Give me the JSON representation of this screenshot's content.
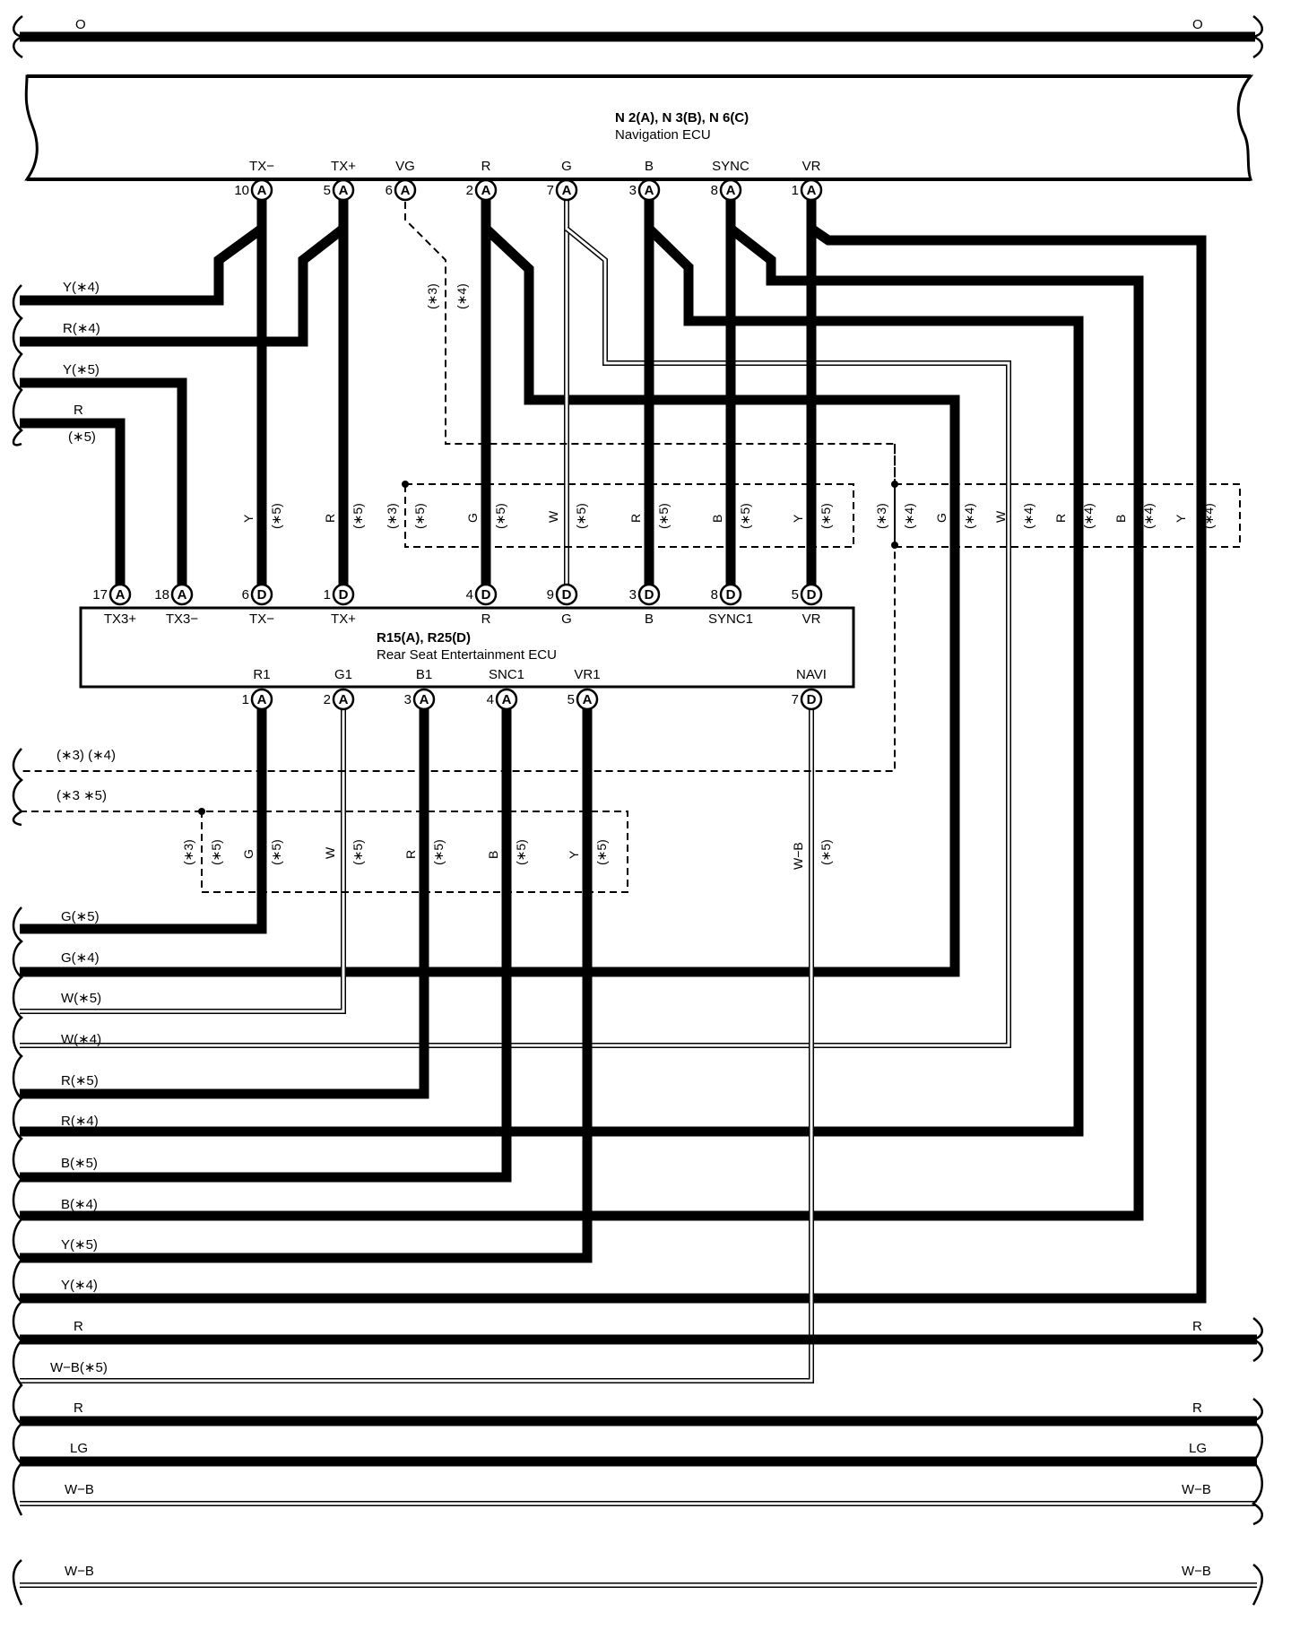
{
  "navigation_ecu": {
    "title": "N 2(A), N 3(B), N 6(C)",
    "name": "Navigation ECU",
    "pins": [
      {
        "label": "TX−",
        "num": "10",
        "conn": "A"
      },
      {
        "label": "TX+",
        "num": "5",
        "conn": "A"
      },
      {
        "label": "VG",
        "num": "6",
        "conn": "A"
      },
      {
        "label": "R",
        "num": "2",
        "conn": "A"
      },
      {
        "label": "G",
        "num": "7",
        "conn": "A"
      },
      {
        "label": "B",
        "num": "3",
        "conn": "A"
      },
      {
        "label": "SYNC",
        "num": "8",
        "conn": "A"
      },
      {
        "label": "VR",
        "num": "1",
        "conn": "A"
      }
    ]
  },
  "rse_ecu": {
    "title": "R15(A), R25(D)",
    "name": "Rear Seat Entertainment ECU",
    "top_pins": [
      {
        "label": "TX3+",
        "num": "17",
        "conn": "A"
      },
      {
        "label": "TX3−",
        "num": "18",
        "conn": "A"
      },
      {
        "label": "TX−",
        "num": "6",
        "conn": "D"
      },
      {
        "label": "TX+",
        "num": "1",
        "conn": "D"
      },
      {
        "label": "R",
        "num": "4",
        "conn": "D"
      },
      {
        "label": "G",
        "num": "9",
        "conn": "D"
      },
      {
        "label": "B",
        "num": "3",
        "conn": "D"
      },
      {
        "label": "SYNC1",
        "num": "8",
        "conn": "D"
      },
      {
        "label": "VR",
        "num": "5",
        "conn": "D"
      }
    ],
    "bottom_pins": [
      {
        "label": "R1",
        "num": "1",
        "conn": "A"
      },
      {
        "label": "G1",
        "num": "2",
        "conn": "A"
      },
      {
        "label": "B1",
        "num": "3",
        "conn": "A"
      },
      {
        "label": "SNC1",
        "num": "4",
        "conn": "A"
      },
      {
        "label": "VR1",
        "num": "5",
        "conn": "A"
      },
      {
        "label": "NAVI",
        "num": "7",
        "conn": "D"
      }
    ]
  },
  "top_wire_color": "O",
  "left_wire_labels_top": [
    "Y(∗4)",
    "R(∗4)",
    "Y(∗5)",
    "R",
    "(∗5)"
  ],
  "shield_labels": [
    "(∗3) (∗4)",
    "(∗3 ∗5)"
  ],
  "mid_vertical_labels": [
    "Y",
    "(∗5)",
    "R",
    "(∗5)",
    "(∗3)",
    "(∗5)",
    "G",
    "(∗5)",
    "W",
    "(∗5)",
    "R",
    "(∗5)",
    "B",
    "(∗5)",
    "Y",
    "(∗5)",
    "(∗3)",
    "(∗4)",
    "G",
    "(∗4)",
    "W",
    "(∗4)",
    "R",
    "(∗4)",
    "B",
    "(∗4)",
    "Y",
    "(∗4)"
  ],
  "vg_shield_labels": [
    "(∗3)",
    "(∗4)"
  ],
  "lower_vertical_labels": [
    "(∗3)",
    "(∗5)",
    "G",
    "(∗5)",
    "W",
    "(∗5)",
    "R",
    "(∗5)",
    "B",
    "(∗5)",
    "Y",
    "(∗5)",
    "W−B",
    "(∗5)"
  ],
  "left_wire_labels_bottom": [
    "G(∗5)",
    "G(∗4)",
    "W(∗5)",
    "W(∗4)",
    "R(∗5)",
    "R(∗4)",
    "B(∗5)",
    "B(∗4)",
    "Y(∗5)",
    "Y(∗4)",
    "R",
    "W−B(∗5)",
    "R",
    "LG",
    "W−B",
    "W−B"
  ],
  "right_wire_labels": [
    "O",
    "R",
    "R",
    "LG",
    "W−B",
    "W−B"
  ]
}
